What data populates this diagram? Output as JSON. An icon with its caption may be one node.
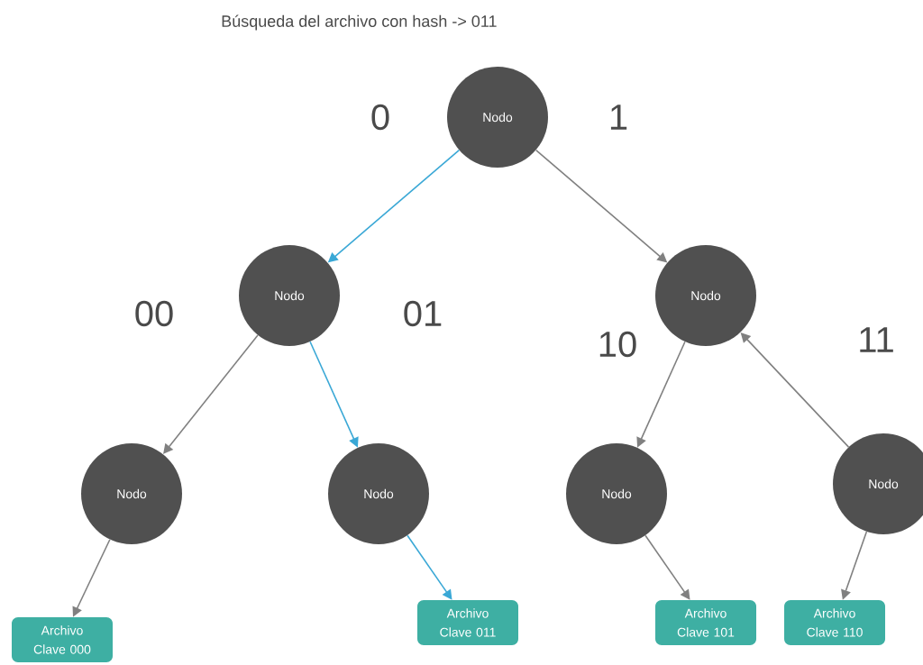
{
  "diagram": {
    "title": "Búsqueda del archivo con hash -> 011",
    "nodes": [
      {
        "text": [
          "Nodo"
        ]
      },
      {
        "text": [
          "Nodo"
        ]
      },
      {
        "text": [
          "Nodo"
        ]
      },
      {
        "text": [
          "Nodo"
        ]
      },
      {
        "text": [
          "Nodo"
        ]
      },
      {
        "text": [
          "Nodo"
        ]
      },
      {
        "text": [
          "Nodo"
        ]
      },
      {
        "text": [
          "Archivo Clave 000"
        ]
      },
      {
        "text": [
          "Archivo Clave 011"
        ]
      },
      {
        "text": [
          "Archivo Clave 101"
        ]
      },
      {
        "text": [
          "Archivo Clave 110"
        ]
      }
    ],
    "edges": [
      {
        "from": 0,
        "to": 1,
        "arrow": "to",
        "color": "#3aa8d6"
      },
      {
        "from": 0,
        "to": 2,
        "arrow": "to"
      },
      {
        "from": 1,
        "to": 3,
        "arrow": "to"
      },
      {
        "from": 1,
        "to": 4,
        "arrow": "to",
        "color": "#3aa8d6"
      },
      {
        "from": 2,
        "to": 5,
        "arrow": "to"
      },
      {
        "from": 6,
        "to": 2,
        "arrow": "to"
      },
      {
        "from": 3,
        "to": 7,
        "arrow": "to"
      },
      {
        "from": 4,
        "to": 8,
        "arrow": "to",
        "color": "#3aa8d6"
      },
      {
        "from": 5,
        "to": 9,
        "arrow": "to"
      },
      {
        "from": 6,
        "to": 10,
        "arrow": "to"
      }
    ],
    "labels": [
      "0",
      "1",
      "00",
      "01",
      "10",
      "11"
    ]
  }
}
